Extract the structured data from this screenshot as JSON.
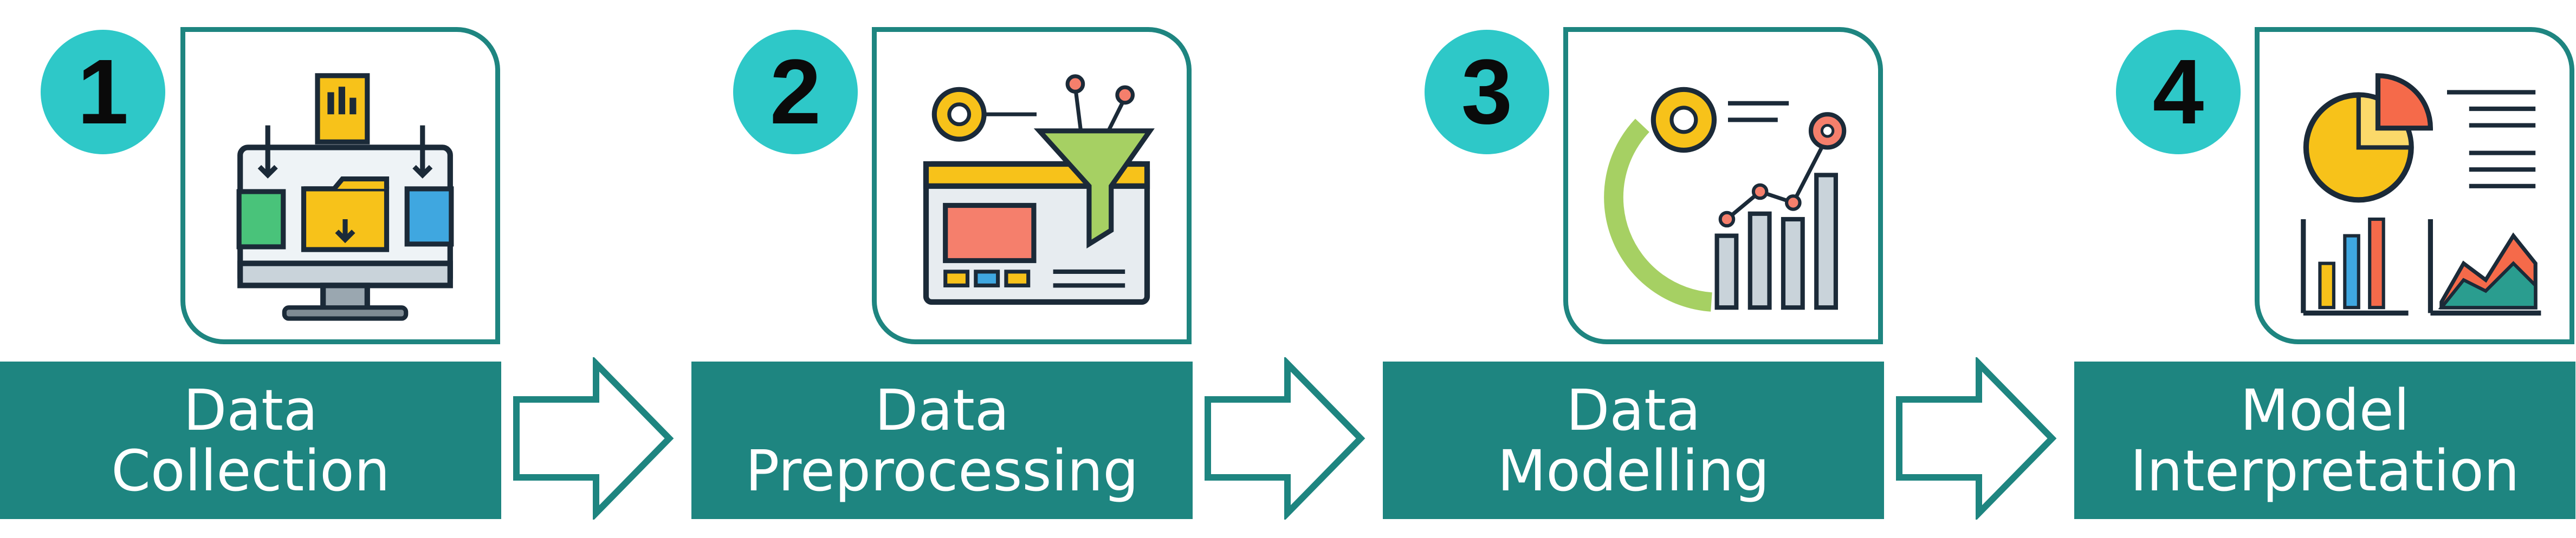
{
  "steps": [
    {
      "number": "1",
      "line1": "Data",
      "line2": "Collection"
    },
    {
      "number": "2",
      "line1": "Data",
      "line2": "Preprocessing"
    },
    {
      "number": "3",
      "line1": "Data",
      "line2": "Modelling"
    },
    {
      "number": "4",
      "line1": "Model",
      "line2": "Interpretation"
    }
  ],
  "colors": {
    "teal": "#1e8580",
    "badge": "#2ec8c8",
    "text_on_teal": "#ffffff"
  },
  "icons": [
    "monitor-folder-icon",
    "gear-funnel-icon",
    "gear-chart-icon",
    "pie-chart-report-icon"
  ]
}
